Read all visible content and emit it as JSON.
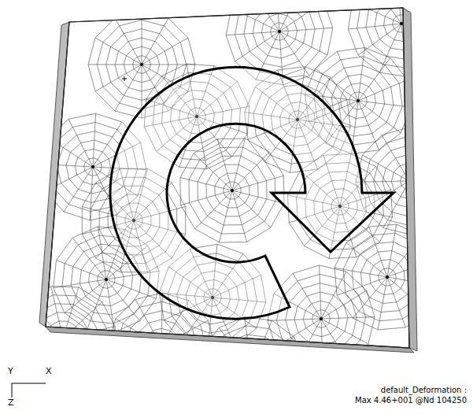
{
  "diagram": {
    "labels": [
      "Y",
      "X",
      "Z",
      "default_Deformation :",
      "Max 4.46+001 @Nd 104250"
    ]
  }
}
